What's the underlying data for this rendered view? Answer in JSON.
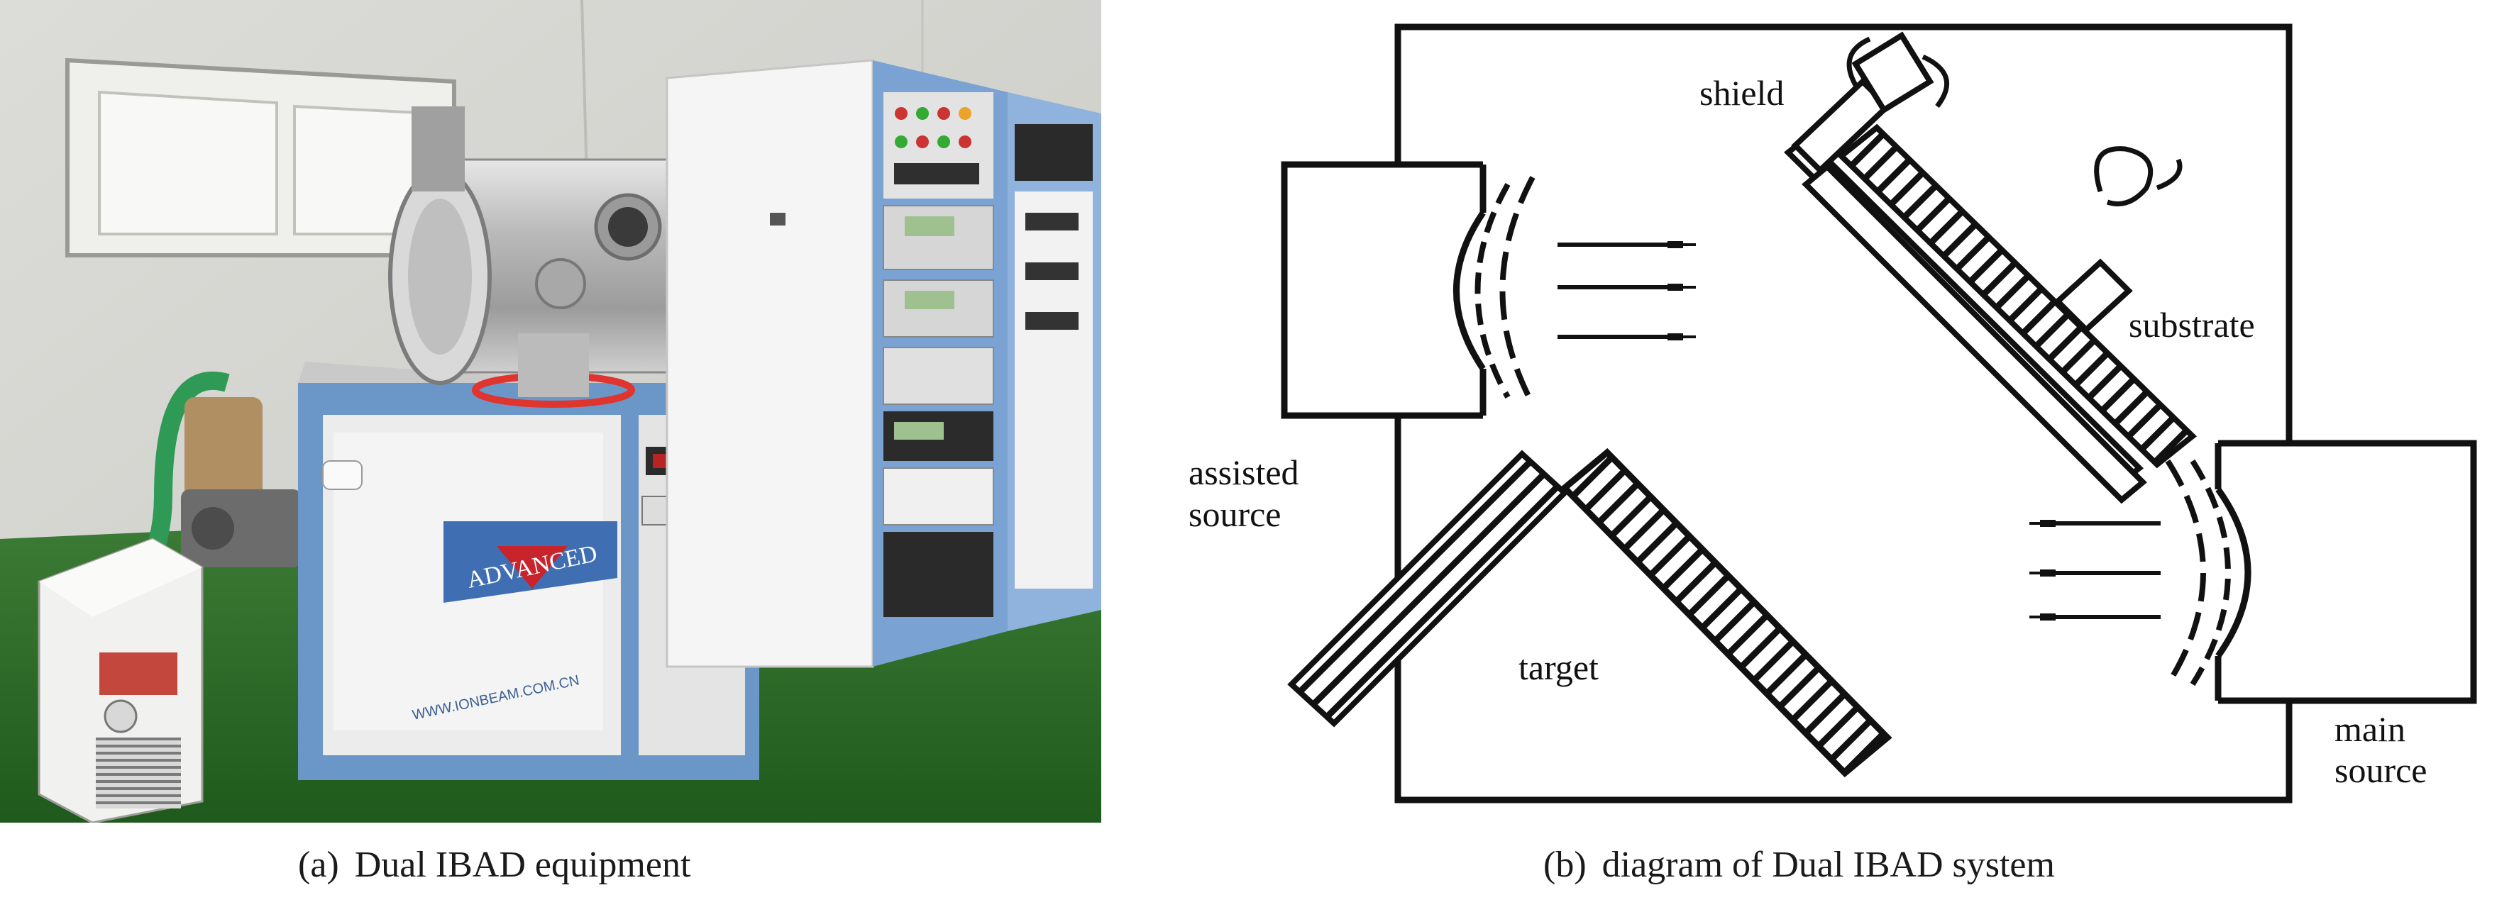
{
  "panel_a": {
    "brand_text": "ADVANCED",
    "website_text": "WWW.IONBEAM.COM.CN",
    "caption_prefix": "(a)",
    "caption": "Dual IBAD equipment"
  },
  "panel_b": {
    "labels": {
      "shield": "shield",
      "substrate": "substrate",
      "assisted_source_line1": "assisted",
      "assisted_source_line2": "source",
      "target": "target",
      "main_source_line1": "main",
      "main_source_line2": "source"
    },
    "caption_prefix": "(b)",
    "caption": "diagram of Dual IBAD system"
  },
  "colors": {
    "floor_green": "#2e6b2a",
    "cabinet_blue": "#6a97c8",
    "brand_red": "#c8242c",
    "ink": "#111111"
  }
}
